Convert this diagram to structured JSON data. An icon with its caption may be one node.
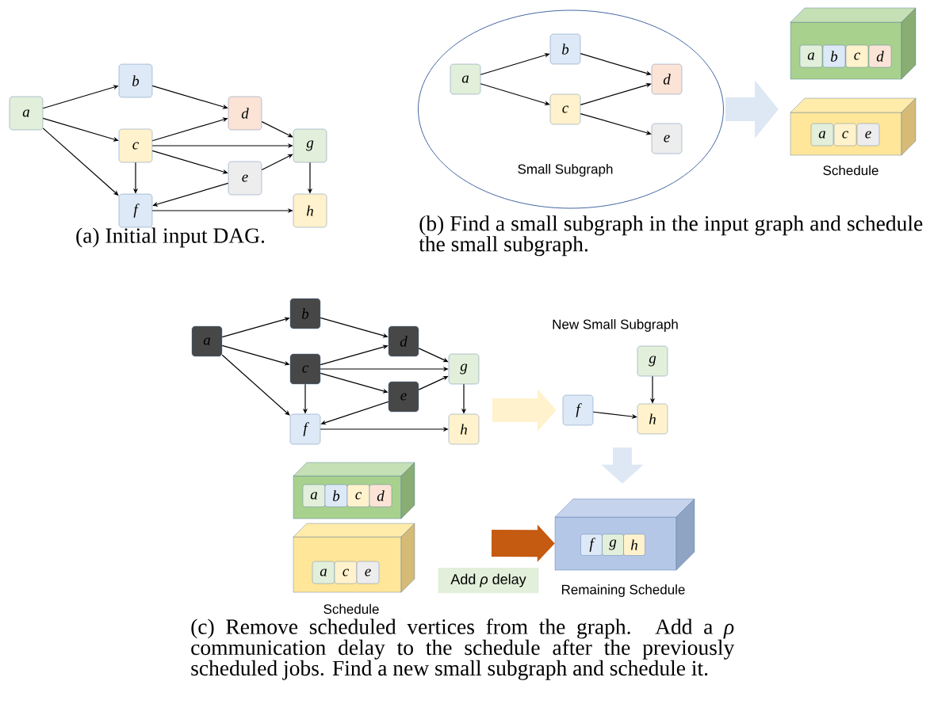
{
  "diagram": {
    "nodes": [
      {
        "text": [
          "a"
        ]
      },
      {
        "text": [
          "b"
        ]
      },
      {
        "text": [
          "c"
        ]
      },
      {
        "text": [
          "d"
        ]
      },
      {
        "text": [
          "e"
        ]
      },
      {
        "text": [
          "f"
        ]
      },
      {
        "text": [
          "g"
        ]
      },
      {
        "text": [
          "h"
        ]
      },
      {
        "text": [
          "Small Subgraph"
        ]
      },
      {
        "text": [
          "a"
        ],
        "in": 8
      },
      {
        "text": [
          "b"
        ],
        "in": 8
      },
      {
        "text": [
          "c"
        ],
        "in": 8
      },
      {
        "text": [
          "d"
        ],
        "in": 8
      },
      {
        "text": [
          "e"
        ],
        "in": 8
      },
      {
        "text": [],
        "shape": "box"
      },
      {
        "text": [
          "a"
        ],
        "in": 14
      },
      {
        "text": [
          "b"
        ],
        "in": 14
      },
      {
        "text": [
          "c"
        ],
        "in": 14
      },
      {
        "text": [
          "d"
        ],
        "in": 14
      },
      {
        "text": [],
        "shape": "box"
      },
      {
        "text": [
          "a"
        ],
        "in": 19
      },
      {
        "text": [
          "c"
        ],
        "in": 19
      },
      {
        "text": [
          "e"
        ],
        "in": 19
      },
      {
        "text": [
          "a"
        ]
      },
      {
        "text": [
          "b"
        ]
      },
      {
        "text": [
          "c"
        ]
      },
      {
        "text": [
          "d"
        ]
      },
      {
        "text": [
          "e"
        ]
      },
      {
        "text": [
          "f"
        ]
      },
      {
        "text": [
          "g"
        ]
      },
      {
        "text": [
          "h"
        ]
      },
      {
        "text": [
          "g"
        ]
      },
      {
        "text": [
          "f"
        ]
      },
      {
        "text": [
          "h"
        ]
      },
      {
        "text": [
          "Remaining Schedule"
        ]
      },
      {
        "text": [
          "f"
        ],
        "in": 34
      },
      {
        "text": [
          "g"
        ],
        "in": 34
      },
      {
        "text": [
          "h"
        ],
        "in": 34
      },
      {
        "text": [],
        "shape": "box"
      },
      {
        "text": [
          "a"
        ],
        "in": 38
      },
      {
        "text": [
          "b"
        ],
        "in": 38
      },
      {
        "text": [
          "c"
        ],
        "in": 38
      },
      {
        "text": [
          "d"
        ],
        "in": 38
      },
      {
        "text": [],
        "shape": "box"
      },
      {
        "text": [
          "a"
        ],
        "in": 43
      },
      {
        "text": [
          "c"
        ],
        "in": 43
      },
      {
        "text": [
          "e"
        ],
        "in": 43
      }
    ],
    "edges": [
      {
        "from": 0,
        "to": 1,
        "arrow": "to"
      },
      {
        "from": 0,
        "to": 2,
        "arrow": "to"
      },
      {
        "from": 0,
        "to": 5,
        "arrow": "to"
      },
      {
        "from": 1,
        "to": 3,
        "arrow": "to"
      },
      {
        "from": 2,
        "to": 3,
        "arrow": "to"
      },
      {
        "from": 2,
        "to": 6,
        "arrow": "to"
      },
      {
        "from": 2,
        "to": 4,
        "arrow": "to"
      },
      {
        "from": 2,
        "to": 5,
        "arrow": "to"
      },
      {
        "from": 3,
        "to": 6,
        "arrow": "to"
      },
      {
        "from": 4,
        "to": 6,
        "arrow": "to"
      },
      {
        "from": 4,
        "to": 5,
        "arrow": "to"
      },
      {
        "from": 5,
        "to": 7,
        "arrow": "to"
      },
      {
        "from": 6,
        "to": 7,
        "arrow": "to"
      },
      {
        "from": 9,
        "to": 10,
        "arrow": "to"
      },
      {
        "from": 9,
        "to": 11,
        "arrow": "to"
      },
      {
        "from": 10,
        "to": 12,
        "arrow": "to"
      },
      {
        "from": 11,
        "to": 12,
        "arrow": "to"
      },
      {
        "from": 11,
        "to": 13,
        "arrow": "to"
      },
      {
        "from": 8,
        "to": null,
        "arrow": "to",
        "style": "thick",
        "color": "#dde8f4"
      },
      {
        "from": 23,
        "to": 24,
        "arrow": "to"
      },
      {
        "from": 23,
        "to": 25,
        "arrow": "to"
      },
      {
        "from": 23,
        "to": 28,
        "arrow": "to"
      },
      {
        "from": 24,
        "to": 26,
        "arrow": "to"
      },
      {
        "from": 25,
        "to": 26,
        "arrow": "to"
      },
      {
        "from": 25,
        "to": 29,
        "arrow": "to"
      },
      {
        "from": 25,
        "to": 27,
        "arrow": "to"
      },
      {
        "from": 25,
        "to": 28,
        "arrow": "to"
      },
      {
        "from": 26,
        "to": 29,
        "arrow": "to"
      },
      {
        "from": 27,
        "to": 29,
        "arrow": "to"
      },
      {
        "from": 27,
        "to": 28,
        "arrow": "to"
      },
      {
        "from": 28,
        "to": 30,
        "arrow": "to"
      },
      {
        "from": 29,
        "to": 30,
        "arrow": "to"
      },
      {
        "from": null,
        "to": 32,
        "arrow": "to",
        "style": "thick",
        "color": "#fff2cc"
      },
      {
        "from": 31,
        "to": 33,
        "arrow": "to"
      },
      {
        "from": 32,
        "to": 33,
        "arrow": "to"
      },
      {
        "from": 33,
        "to": 34,
        "arrow": "to",
        "style": "thick",
        "color": "#dde8f4"
      },
      {
        "from": null,
        "to": 34,
        "arrow": "to",
        "style": "thick",
        "color": "#c55a11"
      }
    ],
    "labels": [
      "(a) Initial input DAG.",
      "Schedule",
      "(b) Find a small subgraph in the input graph and schedule the small subgraph.",
      "New Small Subgraph",
      "Schedule",
      "Add *ρ* delay",
      "(c) Remove scheduled vertices from the graph. Add a *ρ* communication delay to the schedule after the previously scheduled jobs. Find a new small subgraph and schedule it."
    ]
  }
}
